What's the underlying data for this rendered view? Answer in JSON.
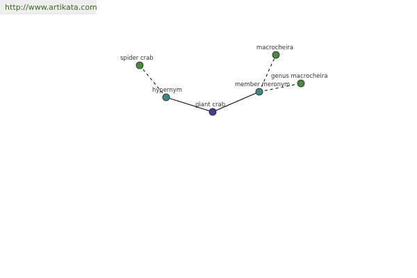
{
  "source": {
    "url_text": "http://www.artikata.com"
  },
  "colors": {
    "center_node": "#3f3f8f",
    "relation_node": "#3a8a8a",
    "leaf_node": "#4a8a40",
    "node_stroke": "#222222",
    "edge": "#000000",
    "link_text": "#3d6b22"
  },
  "graph": {
    "nodes": [
      {
        "id": "giant-crab",
        "label": "giant crab",
        "kind": "center"
      },
      {
        "id": "hypernym",
        "label": "hypernym",
        "kind": "relation"
      },
      {
        "id": "member-meronym",
        "label": "member meronym",
        "kind": "relation"
      },
      {
        "id": "spider-crab",
        "label": "spider crab",
        "kind": "leaf"
      },
      {
        "id": "macrocheira",
        "label": "macrocheira",
        "kind": "leaf"
      },
      {
        "id": "genus-macrocheira",
        "label": "genus macrocheira",
        "kind": "leaf"
      }
    ],
    "edges": [
      {
        "from": "giant-crab",
        "to": "hypernym",
        "style": "solid"
      },
      {
        "from": "giant-crab",
        "to": "member-meronym",
        "style": "solid"
      },
      {
        "from": "hypernym",
        "to": "spider-crab",
        "style": "dashed"
      },
      {
        "from": "member-meronym",
        "to": "macrocheira",
        "style": "dashed"
      },
      {
        "from": "member-meronym",
        "to": "genus-macrocheira",
        "style": "dashed"
      }
    ]
  }
}
